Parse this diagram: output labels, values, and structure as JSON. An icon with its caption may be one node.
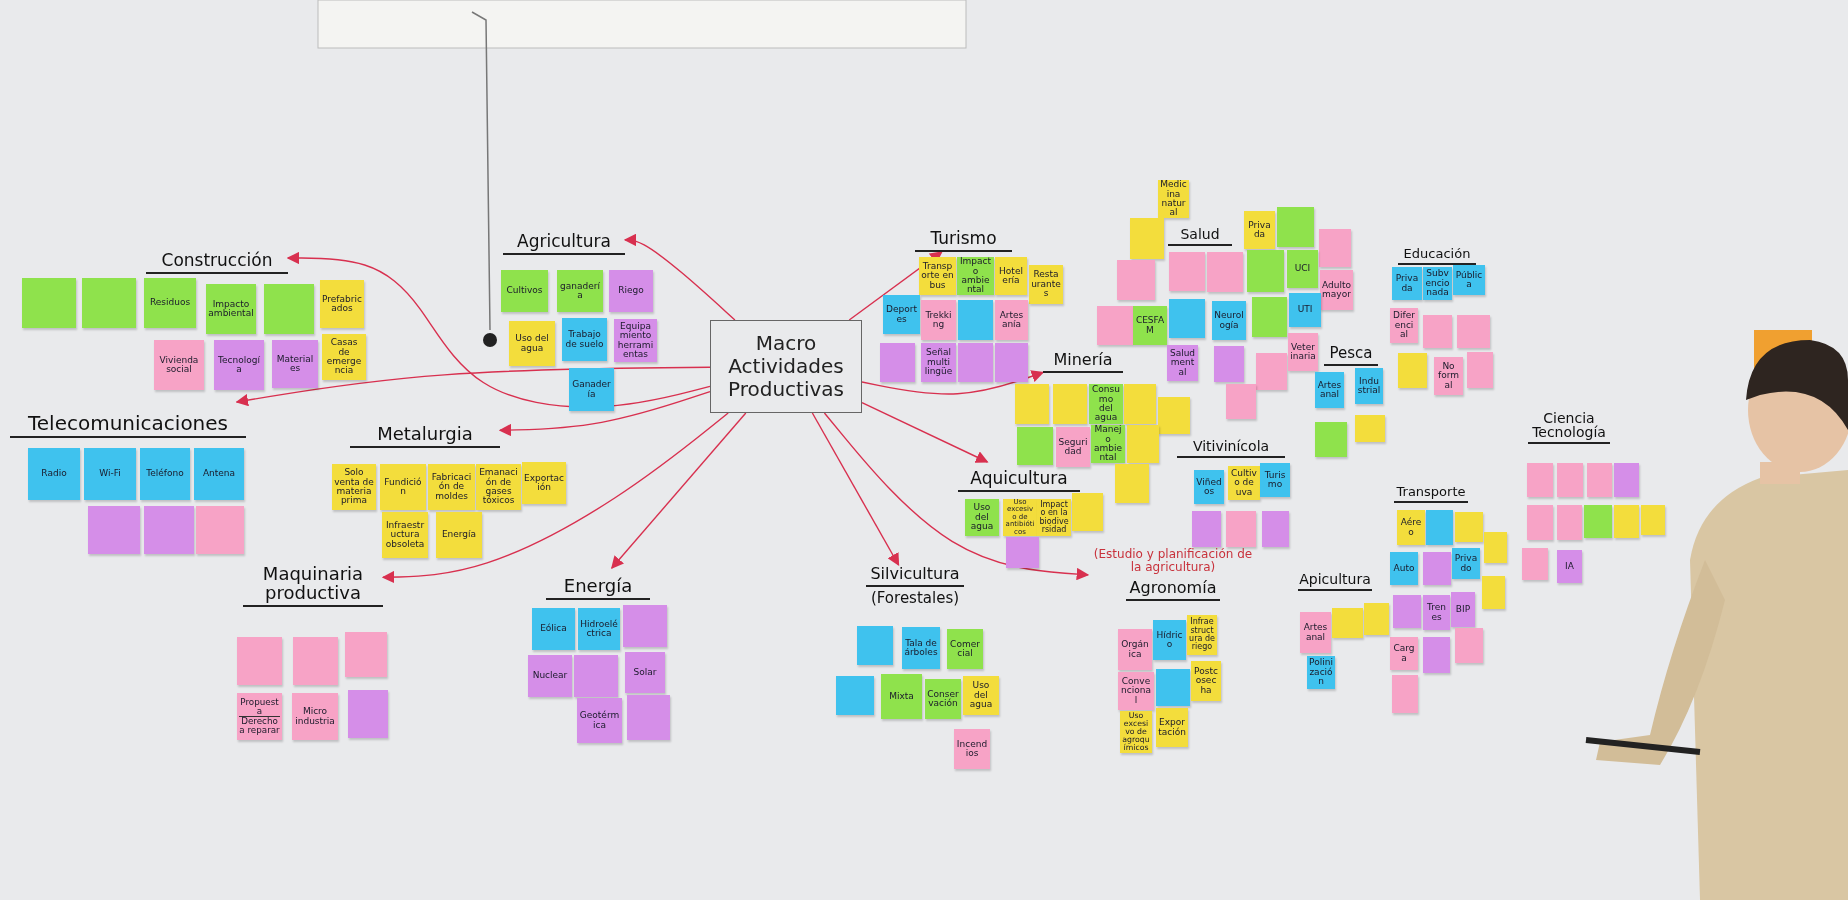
{
  "diagram": {
    "nodes": [
      {
        "text": [
          "Macro Actividades Productivas"
        ]
      },
      {
        "text": [
          "Construcción"
        ]
      },
      {
        "text": [],
        "shape": "box"
      },
      {
        "text": [],
        "shape": "box"
      },
      {
        "text": [
          "Residuos"
        ]
      },
      {
        "text": [
          "Impacto ambiental"
        ]
      },
      {
        "text": [],
        "shape": "box"
      },
      {
        "text": [
          "Prefabricados"
        ]
      },
      {
        "text": [
          "Vivienda social"
        ]
      },
      {
        "text": [
          "Tecnología"
        ]
      },
      {
        "text": [
          "Materiales"
        ]
      },
      {
        "text": [
          "Casas de emergencia"
        ]
      },
      {
        "text": [
          "Agricultura"
        ]
      },
      {
        "text": [
          "Cultivos"
        ]
      },
      {
        "text": [
          "ganadería"
        ]
      },
      {
        "text": [
          "Riego"
        ]
      },
      {
        "text": [
          "Uso del agua"
        ]
      },
      {
        "text": [
          "Trabajo de suelo"
        ]
      },
      {
        "text": [
          "Equipamiento herramientas"
        ]
      },
      {
        "text": [
          "Ganadería"
        ]
      },
      {
        "text": [
          "Telecomunicaciones"
        ]
      },
      {
        "text": [
          "Radio"
        ]
      },
      {
        "text": [
          "Wi-Fi"
        ]
      },
      {
        "text": [
          "Teléfono"
        ]
      },
      {
        "text": [
          "Antena"
        ]
      },
      {
        "text": [],
        "shape": "box"
      },
      {
        "text": [],
        "shape": "box"
      },
      {
        "text": [],
        "shape": "box"
      },
      {
        "text": [
          "Metalurgia"
        ]
      },
      {
        "text": [
          "Solo venta de materia prima"
        ]
      },
      {
        "text": [
          "Fundición"
        ]
      },
      {
        "text": [
          "Fabricación de moldes"
        ]
      },
      {
        "text": [
          "Emanación de gases tóxicos"
        ]
      },
      {
        "text": [
          "Exportación"
        ]
      },
      {
        "text": [
          "Infraestructura obsoleta"
        ]
      },
      {
        "text": [
          "Energía"
        ]
      },
      {
        "text": [
          "Maquinaria productiva"
        ]
      },
      {
        "text": [],
        "shape": "box"
      },
      {
        "text": [],
        "shape": "box"
      },
      {
        "text": [],
        "shape": "box"
      },
      {
        "text": [
          "Propuesta",
          "Derecho a reparar"
        ]
      },
      {
        "text": [
          "Micro industria"
        ]
      },
      {
        "text": [],
        "shape": "box"
      },
      {
        "text": [
          "Energía"
        ]
      },
      {
        "text": [
          "Eólica"
        ]
      },
      {
        "text": [
          "Hidroeléctrica"
        ]
      },
      {
        "text": [],
        "shape": "box"
      },
      {
        "text": [
          "Nuclear"
        ]
      },
      {
        "text": [],
        "shape": "box"
      },
      {
        "text": [
          "Solar"
        ]
      },
      {
        "text": [
          "Geotérmica"
        ]
      },
      {
        "text": [],
        "shape": "box"
      },
      {
        "text": [
          "Turismo"
        ]
      },
      {
        "text": [
          "Transporte en bus"
        ]
      },
      {
        "text": [
          "Impacto ambiental"
        ]
      },
      {
        "text": [
          "Hotelería"
        ]
      },
      {
        "text": [
          "Restaurantes"
        ]
      },
      {
        "text": [
          "Deportes"
        ]
      },
      {
        "text": [
          "Trekking"
        ]
      },
      {
        "text": [],
        "shape": "box"
      },
      {
        "text": [
          "Artesanía"
        ]
      },
      {
        "text": [],
        "shape": "box"
      },
      {
        "text": [
          "Señal multi lingüe"
        ]
      },
      {
        "text": [],
        "shape": "box"
      },
      {
        "text": [],
        "shape": "box"
      },
      {
        "text": [
          "Minería"
        ]
      },
      {
        "text": [],
        "shape": "box"
      },
      {
        "text": [],
        "shape": "box"
      },
      {
        "text": [
          "Consumo del agua"
        ]
      },
      {
        "text": [],
        "shape": "box"
      },
      {
        "text": [],
        "shape": "box"
      },
      {
        "text": [],
        "shape": "box"
      },
      {
        "text": [
          "Seguridad"
        ]
      },
      {
        "text": [
          "Manejo ambiental"
        ]
      },
      {
        "text": [],
        "shape": "box"
      },
      {
        "text": [],
        "shape": "box"
      },
      {
        "text": [
          "Salud"
        ]
      },
      {
        "text": [
          "Medicina natural"
        ]
      },
      {
        "text": [],
        "shape": "box"
      },
      {
        "text": [],
        "shape": "box"
      },
      {
        "text": [],
        "shape": "box"
      },
      {
        "text": [],
        "shape": "box"
      },
      {
        "text": [
          "Privada"
        ]
      },
      {
        "text": [],
        "shape": "box"
      },
      {
        "text": [],
        "shape": "box"
      },
      {
        "text": [],
        "shape": "box"
      },
      {
        "text": [
          "UCI"
        ]
      },
      {
        "text": [
          "Adulto mayor"
        ]
      },
      {
        "text": [],
        "shape": "box"
      },
      {
        "text": [
          "CESFAM"
        ]
      },
      {
        "text": [],
        "shape": "box"
      },
      {
        "text": [
          "Neurología"
        ]
      },
      {
        "text": [],
        "shape": "box"
      },
      {
        "text": [
          "UTI"
        ]
      },
      {
        "text": [
          "Salud mental"
        ]
      },
      {
        "text": [],
        "shape": "box"
      },
      {
        "text": [],
        "shape": "box"
      },
      {
        "text": [
          "Veterinaria"
        ]
      },
      {
        "text": [],
        "shape": "box"
      },
      {
        "text": [
          "Pesca"
        ]
      },
      {
        "text": [
          "Artesanal"
        ]
      },
      {
        "text": [
          "Industrial"
        ]
      },
      {
        "text": [],
        "shape": "box"
      },
      {
        "text": [],
        "shape": "box"
      },
      {
        "text": [
          "Vitivinícola"
        ]
      },
      {
        "text": [
          "Viñedos"
        ]
      },
      {
        "text": [
          "Cultivo de uva"
        ]
      },
      {
        "text": [
          "Turismo"
        ]
      },
      {
        "text": [],
        "shape": "box"
      },
      {
        "text": [],
        "shape": "box"
      },
      {
        "text": [],
        "shape": "box"
      },
      {
        "text": [
          "Aquicultura"
        ]
      },
      {
        "text": [
          "Uso del agua"
        ]
      },
      {
        "text": [
          "Uso excesivo de antibióticos"
        ]
      },
      {
        "text": [
          "Impacto en la biodiversidad"
        ]
      },
      {
        "text": [],
        "shape": "box"
      },
      {
        "text": [],
        "shape": "box"
      },
      {
        "text": [
          "Silvicultura",
          "(Forestales)"
        ]
      },
      {
        "text": [],
        "shape": "box"
      },
      {
        "text": [
          "Tala de árboles"
        ]
      },
      {
        "text": [
          "Comercial"
        ]
      },
      {
        "text": [],
        "shape": "box"
      },
      {
        "text": [
          "Mixta"
        ]
      },
      {
        "text": [
          "Conservación"
        ]
      },
      {
        "text": [
          "Uso del agua"
        ]
      },
      {
        "text": [
          "Incendios"
        ]
      },
      {
        "text": [
          "(Estudio y planificación de la agricultura)",
          "Agronomía"
        ]
      },
      {
        "text": [
          "Orgánica"
        ]
      },
      {
        "text": [
          "Hídrico"
        ]
      },
      {
        "text": [
          "Infraestructura de riego"
        ]
      },
      {
        "text": [
          "Convencional"
        ]
      },
      {
        "text": [],
        "shape": "box"
      },
      {
        "text": [
          "Postcosecha"
        ]
      },
      {
        "text": [
          "Uso excesivo de agroquímicos"
        ]
      },
      {
        "text": [
          "Exportación"
        ]
      },
      {
        "text": [
          "Educación"
        ]
      },
      {
        "text": [
          "Privada"
        ]
      },
      {
        "text": [
          "Subvencionada"
        ]
      },
      {
        "text": [
          "Pública"
        ]
      },
      {
        "text": [
          "Diferencial"
        ]
      },
      {
        "text": [],
        "shape": "box"
      },
      {
        "text": [],
        "shape": "box"
      },
      {
        "text": [],
        "shape": "box"
      },
      {
        "text": [
          "No formal"
        ]
      },
      {
        "text": [],
        "shape": "box"
      },
      {
        "text": [
          "Ciencia Tecnología"
        ]
      },
      {
        "text": [],
        "shape": "box"
      },
      {
        "text": [],
        "shape": "box"
      },
      {
        "text": [],
        "shape": "box"
      },
      {
        "text": [],
        "shape": "box"
      },
      {
        "text": [],
        "shape": "box"
      },
      {
        "text": [],
        "shape": "box"
      },
      {
        "text": [],
        "shape": "box"
      },
      {
        "text": [],
        "shape": "box"
      },
      {
        "text": [],
        "shape": "box"
      },
      {
        "text": [],
        "shape": "box"
      },
      {
        "text": [
          "IA"
        ]
      },
      {
        "text": [
          "Transporte"
        ]
      },
      {
        "text": [
          "Aéreo"
        ]
      },
      {
        "text": [],
        "shape": "box"
      },
      {
        "text": [],
        "shape": "box"
      },
      {
        "text": [],
        "shape": "box"
      },
      {
        "text": [
          "Auto"
        ]
      },
      {
        "text": [],
        "shape": "box"
      },
      {
        "text": [
          "Privado"
        ]
      },
      {
        "text": [],
        "shape": "box"
      },
      {
        "text": [],
        "shape": "box"
      },
      {
        "text": [
          "Trenes"
        ]
      },
      {
        "text": [
          "BIP"
        ]
      },
      {
        "text": [
          "Carga"
        ]
      },
      {
        "text": [],
        "shape": "box"
      },
      {
        "text": [],
        "shape": "box"
      },
      {
        "text": [],
        "shape": "box"
      },
      {
        "text": [
          "Apicultura"
        ]
      },
      {
        "text": [
          "Artesanal"
        ]
      },
      {
        "text": [],
        "shape": "box"
      },
      {
        "text": [],
        "shape": "box"
      },
      {
        "text": [
          "Polinización"
        ]
      }
    ],
    "edges": [
      {
        "from": 0,
        "to": 1,
        "arrow": "to"
      },
      {
        "from": 0,
        "to": 12,
        "arrow": "to"
      },
      {
        "from": 0,
        "to": 20,
        "arrow": "to"
      },
      {
        "from": 0,
        "to": 28,
        "arrow": "to"
      },
      {
        "from": 0,
        "to": 36,
        "arrow": "to"
      },
      {
        "from": 0,
        "to": 43,
        "arrow": "to"
      },
      {
        "from": 0,
        "to": 52,
        "arrow": "to"
      },
      {
        "from": 0,
        "to": 65,
        "arrow": "to"
      },
      {
        "from": 0,
        "to": 111,
        "arrow": "to"
      },
      {
        "from": 0,
        "to": 117,
        "arrow": "to"
      },
      {
        "from": 0,
        "to": 126,
        "arrow": "to"
      }
    ]
  }
}
